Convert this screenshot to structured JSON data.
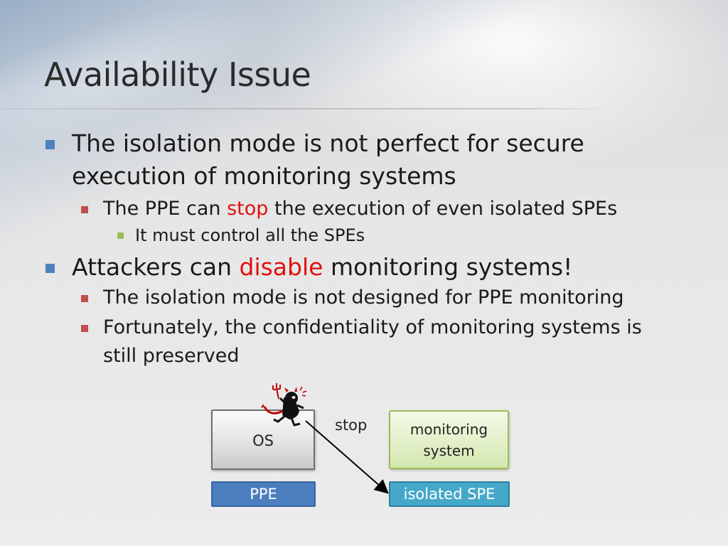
{
  "slide": {
    "title": "Availability Issue"
  },
  "bullets": {
    "b1_line1": "The isolation mode is not perfect for secure",
    "b1_line2": "execution of monitoring systems",
    "b1_sub1_pre": "The PPE can ",
    "b1_sub1_highlight": "stop",
    "b1_sub1_post": " the execution of even isolated SPEs",
    "b1_sub1_sub1": "It must control all the SPEs",
    "b2_pre": "Attackers can ",
    "b2_highlight": "disable",
    "b2_post": " monitoring systems!",
    "b2_sub1": "The isolation mode is not designed for PPE monitoring",
    "b2_sub2_line1": "Fortunately, the confidentiality of monitoring systems is",
    "b2_sub2_line2": "still preserved"
  },
  "diagram": {
    "os_label": "OS",
    "ppe_label": "PPE",
    "monitoring_line1": "monitoring",
    "monitoring_line2": "system",
    "spe_label": "isolated SPE",
    "arrow_label": "stop",
    "attacker_icon": "devil-attacker-icon"
  },
  "colors": {
    "highlight_red": "#e01010",
    "level1_bullet": "#4f81bd",
    "level2_bullet": "#c0504d",
    "level3_bullet": "#9bbb59",
    "ppe_box": "#4a7ebf",
    "spe_box": "#46a8c8",
    "monitoring_box_border": "#9bbb59"
  }
}
